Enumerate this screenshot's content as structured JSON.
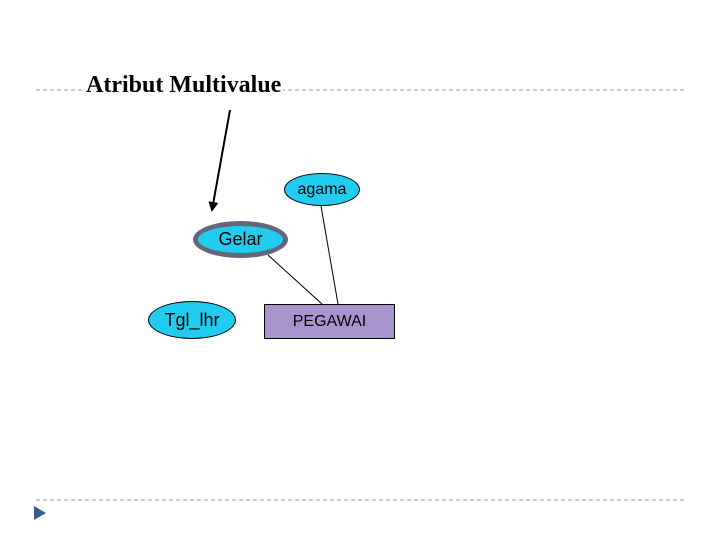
{
  "title": "Atribut Multivalue",
  "attributes": {
    "agama": "agama",
    "gelar": "Gelar",
    "tgl_lhr": "Tgl_lhr"
  },
  "entity": "PEGAWAI",
  "colors": {
    "attribute_fill": "#22ccee",
    "multivalue_border": "#66667a",
    "entity_fill": "#a794cc",
    "rule_line": "#8c9bb0",
    "bullet": "#3b5a8c"
  },
  "icons": [
    "arrow-icon",
    "bullet-icon"
  ]
}
